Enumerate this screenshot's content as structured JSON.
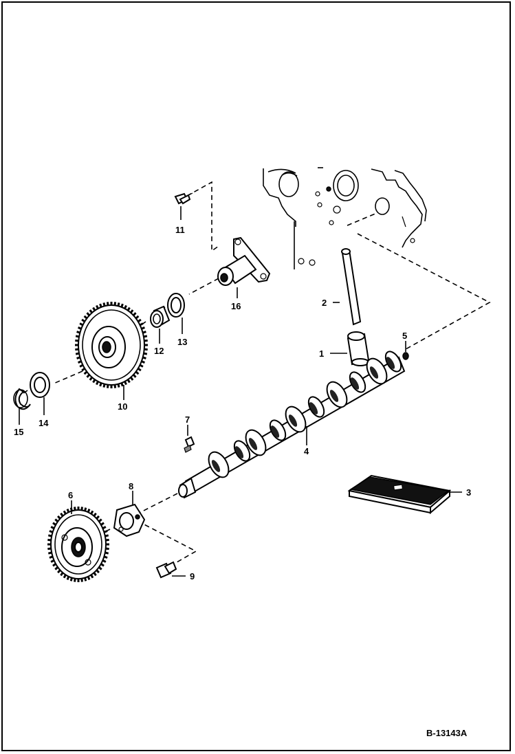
{
  "figure_id": "B-13143A",
  "callouts": [
    "1",
    "2",
    "3",
    "4",
    "5",
    "6",
    "7",
    "8",
    "9",
    "10",
    "11",
    "12",
    "13",
    "14",
    "15",
    "16"
  ]
}
